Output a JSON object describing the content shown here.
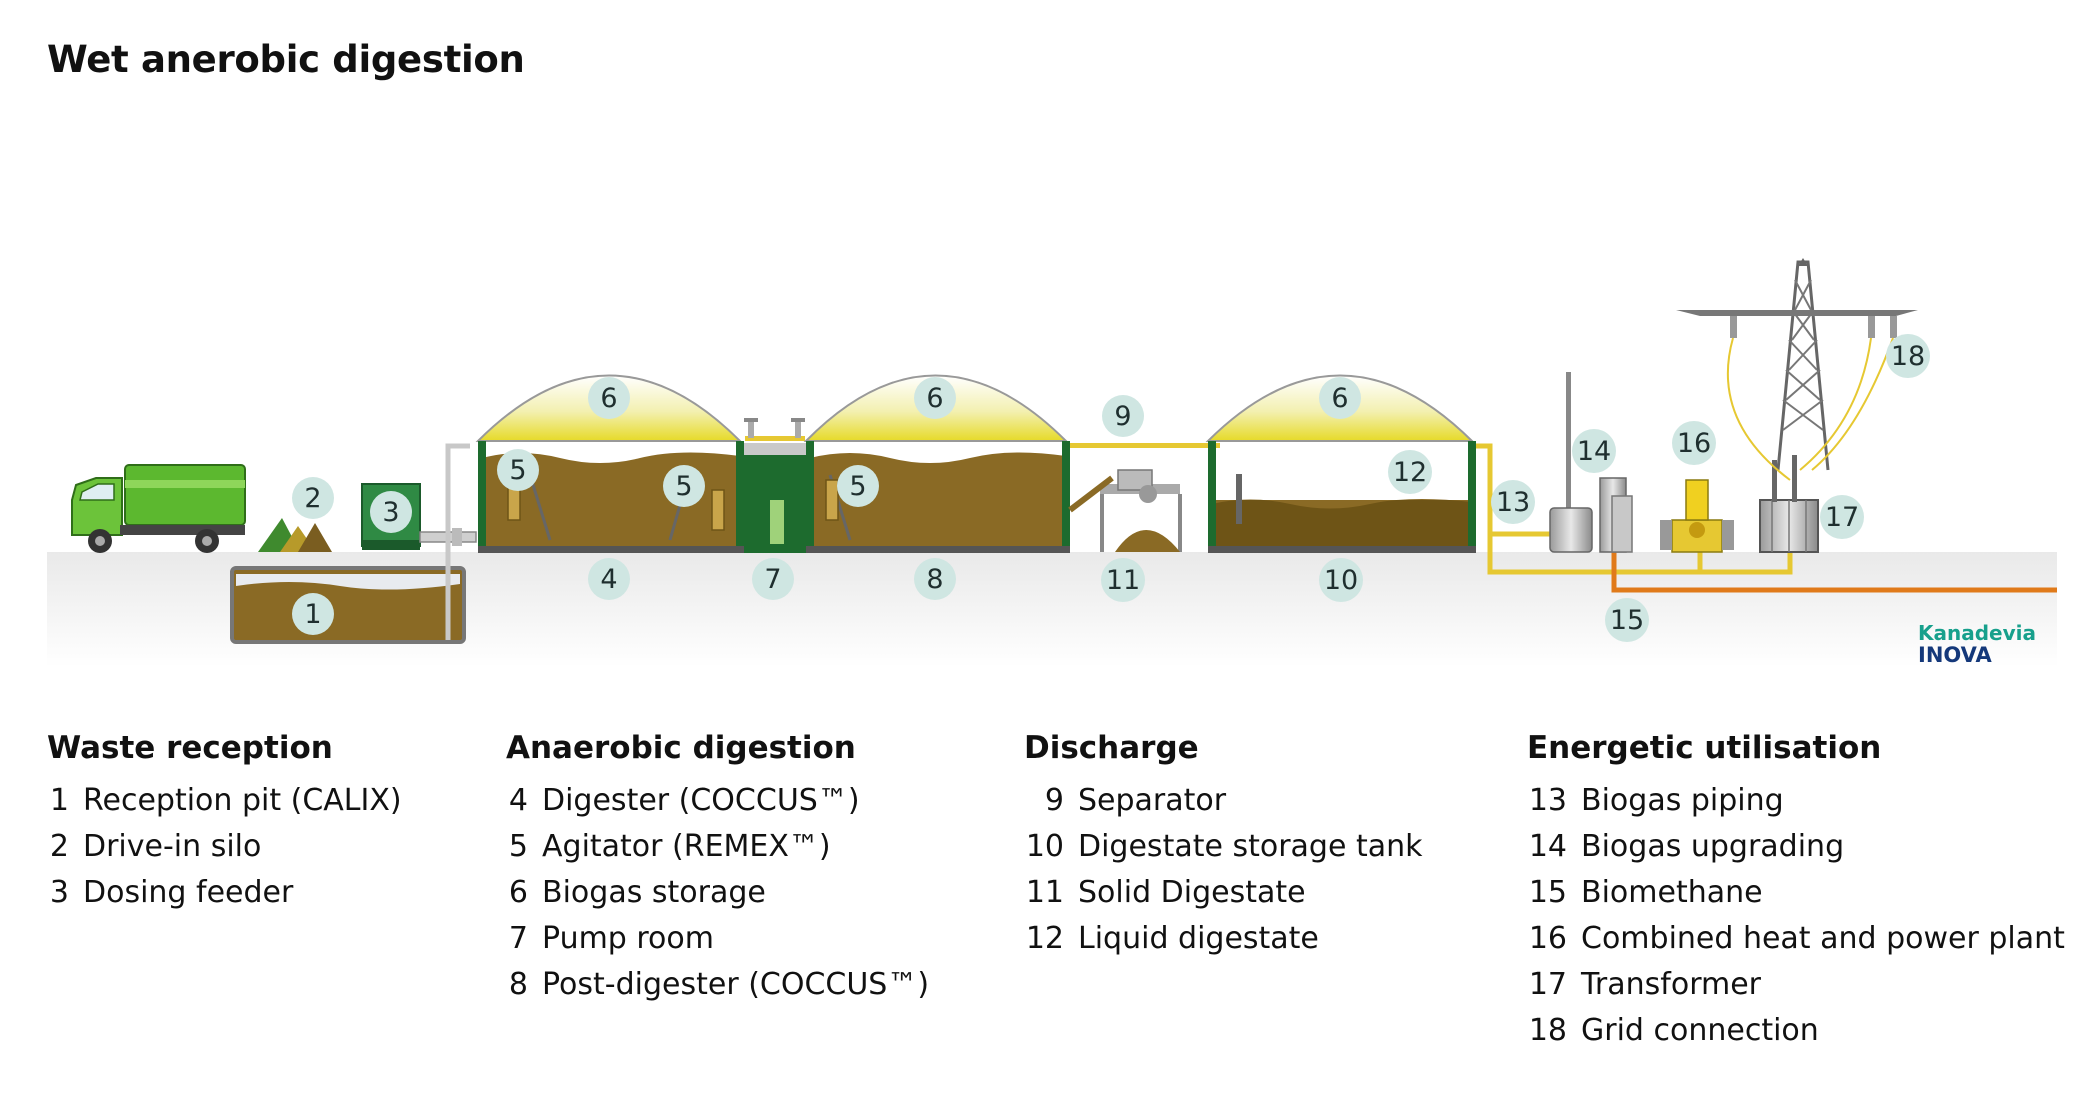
{
  "title": "Wet anerobic digestion",
  "brand": {
    "line1": "Kanadevia",
    "line2": "INOVA"
  },
  "colors": {
    "marker": "#cfe6e2",
    "digestate": "#8a6a25",
    "digestate_dark": "#6e5416",
    "gas_dome": "#f0ea60",
    "structure_green": "#1d6b2e",
    "biogas_pipe": "#e6c832",
    "biomethane_pipe": "#e07a1a"
  },
  "diagram": {
    "markers": [
      "1",
      "2",
      "3",
      "4",
      "5",
      "5",
      "5",
      "6",
      "6",
      "6",
      "7",
      "8",
      "9",
      "10",
      "11",
      "12",
      "13",
      "14",
      "15",
      "16",
      "17",
      "18"
    ]
  },
  "legend": [
    {
      "heading": "Waste reception",
      "items": [
        {
          "n": "1",
          "label": "Reception pit (CALIX)"
        },
        {
          "n": "2",
          "label": "Drive-in silo"
        },
        {
          "n": "3",
          "label": "Dosing feeder"
        }
      ]
    },
    {
      "heading": "Anaerobic digestion",
      "items": [
        {
          "n": "4",
          "label": "Digester (COCCUS™)"
        },
        {
          "n": "5",
          "label": "Agitator (REMEX™)"
        },
        {
          "n": "6",
          "label": "Biogas storage"
        },
        {
          "n": "7",
          "label": "Pump room"
        },
        {
          "n": "8",
          "label": "Post-digester (COCCUS™)"
        }
      ]
    },
    {
      "heading": "Discharge",
      "items": [
        {
          "n": "9",
          "label": "Separator"
        },
        {
          "n": "10",
          "label": "Digestate storage tank"
        },
        {
          "n": "11",
          "label": "Solid Digestate"
        },
        {
          "n": "12",
          "label": "Liquid digestate"
        }
      ]
    },
    {
      "heading": "Energetic utilisation",
      "items": [
        {
          "n": "13",
          "label": "Biogas piping"
        },
        {
          "n": "14",
          "label": "Biogas upgrading"
        },
        {
          "n": "15",
          "label": "Biomethane"
        },
        {
          "n": "16",
          "label": "Combined heat and power plant"
        },
        {
          "n": "17",
          "label": "Transformer"
        },
        {
          "n": "18",
          "label": "Grid connection"
        }
      ]
    }
  ]
}
